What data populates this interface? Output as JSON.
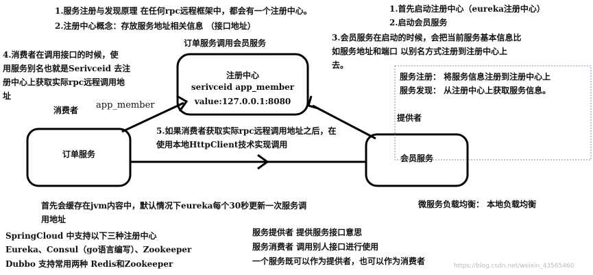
{
  "top_notes": {
    "line1": "1.服务注册与发现原理 在任何rpc远程框架中，都会有一个注册中心。",
    "line2": "2.注册中心概念：存放服务地址相关信息 （接口地址）"
  },
  "right_top_notes": {
    "line1": "1.首先启动注册中心（eureka注册中心）",
    "line2": "2.启动会员服务",
    "line3": "3.会员服务在启动的时候，会把当前服务基本信息比",
    "line4": "如服务地址和端口 以别名方式注册到注册中心上",
    "line5": "去。"
  },
  "registry_title": "订单服务调用会员服务",
  "registry": {
    "name": "注册中心",
    "key": "serivceid app_member",
    "value": "value:127.0.0.1:8080"
  },
  "consumer_note": {
    "line1": "4.消费者在调用接口的时候，使",
    "line2": "用服务别名也就是Serivceid 去注",
    "line3": "册中心上获取实际rpc远程调用地",
    "line4": "址"
  },
  "consumer_label": "消费者",
  "app_member_label": "app_member",
  "provider_box_notes": {
    "register": "服务注册： 将服务信息注册到注册中心上",
    "discover": "服务发现： 从注册中心上获取服务信息。"
  },
  "provider_label": "提供者",
  "order_service": "订单服务",
  "member_service": "会员服务",
  "step5": {
    "line1": "5.如果消费者获取实际rpc远程调用地址之后，在",
    "line2": "使用本地HttpClient技术实现调用"
  },
  "lb_note": "微服务负载均衡： 本地负载均衡",
  "cache_note": {
    "line1": "首先会缓存在jvm内容中，默认情况下eureka每个30秒更新一次服务调",
    "line2": "用地址"
  },
  "bottom_left": {
    "line1": "SpringCloud 中支持以下三种注册中心",
    "line2": "Eureka、Consul（go语言编写）、Zookeeper",
    "line3": "Dubbo 支持常用两种 Redis和Zookeeper"
  },
  "bottom_mid": {
    "line1": "服务提供者 提供服务接口意思",
    "line2": "服务消费者 调用别人接口进行使用",
    "line3": "一个服务既可以作为提供者，也可以作为消费者"
  },
  "watermark": "https://blog.csdn.net/weixin_43565460"
}
